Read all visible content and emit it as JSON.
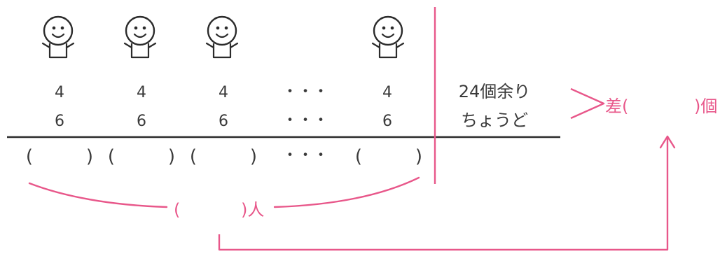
{
  "colors": {
    "ink": "#2b2b2b",
    "accent": "#e8578a"
  },
  "rows": {
    "row1": {
      "values": [
        "4",
        "4",
        "4",
        "4"
      ],
      "dots": "・・・",
      "remainder": "24個余り"
    },
    "row2": {
      "values": [
        "6",
        "6",
        "6",
        "6"
      ],
      "dots": "・・・",
      "remainder": "ちょうど"
    },
    "row3": {
      "open": "(",
      "close": ")",
      "dots": "・・・"
    }
  },
  "difference": {
    "prefix": "差(",
    "suffix": ")個"
  },
  "people": {
    "open": "(",
    "suffix": ")人"
  },
  "icons": [
    "smiley-person-icon",
    "smiley-person-icon",
    "smiley-person-icon",
    "smiley-person-icon"
  ]
}
